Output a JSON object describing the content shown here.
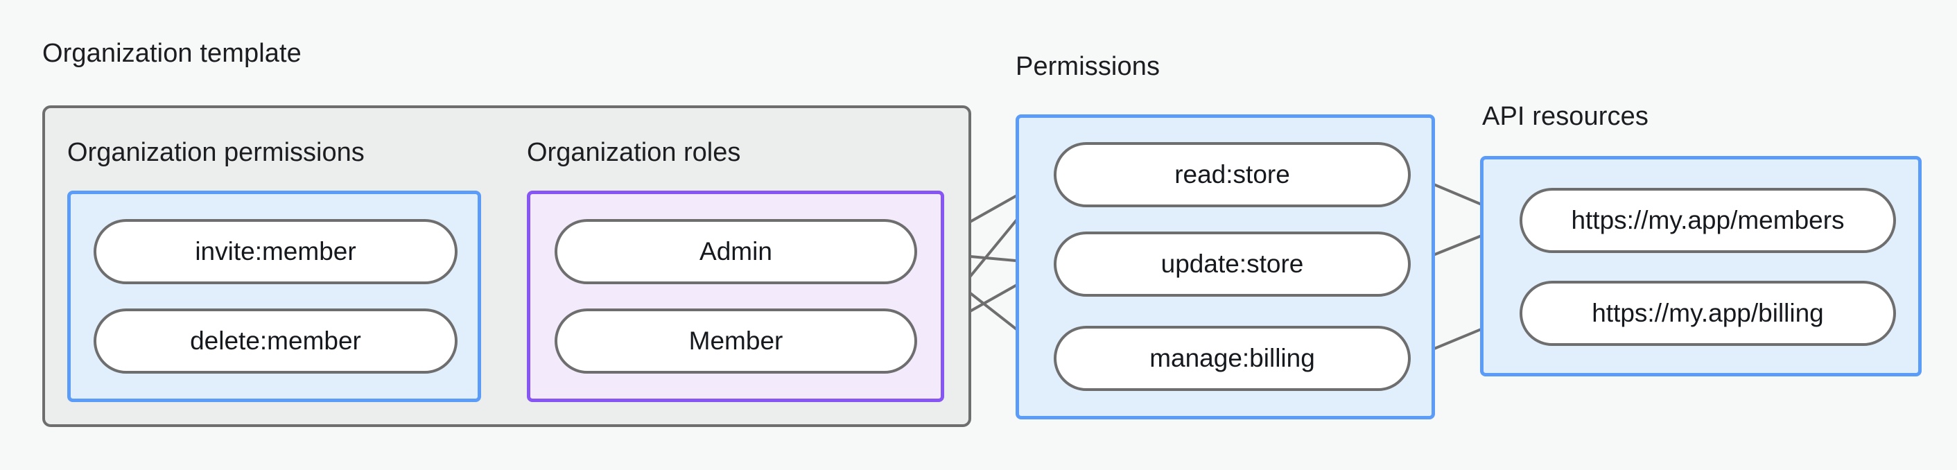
{
  "diagram": {
    "title_groups": {
      "organization_template": "Organization template",
      "permissions": "Permissions",
      "api_resources": "API resources"
    },
    "subgroups": {
      "organization_permissions": "Organization permissions",
      "organization_roles": "Organization roles"
    },
    "organization_permissions": [
      {
        "label": "invite:member"
      },
      {
        "label": "delete:member"
      }
    ],
    "organization_roles": [
      {
        "label": "Admin"
      },
      {
        "label": "Member"
      }
    ],
    "permissions": [
      {
        "label": "read:store"
      },
      {
        "label": "update:store"
      },
      {
        "label": "manage:billing"
      }
    ],
    "api_resources": [
      {
        "label": "https://my.app/members"
      },
      {
        "label": "https://my.app/billing"
      }
    ],
    "colors": {
      "canvas": "#f7f8f8",
      "outer_fill": "#eceeed",
      "outer_stroke": "#6e6e6e",
      "blue_fill": "#e1eefc",
      "blue_stroke": "#5b9cf8",
      "purple_fill": "#f3eafc",
      "purple_stroke": "#8855f5",
      "pill_fill": "#ffffff",
      "pill_stroke": "#6e6e6e",
      "edge_stroke": "#6e6e6e",
      "text": "#15181c"
    },
    "edges": [
      {
        "from": "invite:member",
        "to": "Admin"
      },
      {
        "from": "invite:member",
        "to": "Member"
      },
      {
        "from": "delete:member",
        "to": "Member"
      },
      {
        "from": "Admin",
        "to": "read:store"
      },
      {
        "from": "Admin",
        "to": "update:store"
      },
      {
        "from": "Admin",
        "to": "manage:billing"
      },
      {
        "from": "Member",
        "to": "read:store"
      },
      {
        "from": "Member",
        "to": "update:store"
      },
      {
        "from": "read:store",
        "to": "https://my.app/members"
      },
      {
        "from": "update:store",
        "to": "https://my.app/members"
      },
      {
        "from": "manage:billing",
        "to": "https://my.app/billing"
      }
    ]
  }
}
